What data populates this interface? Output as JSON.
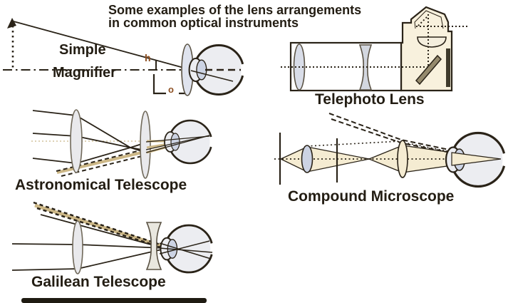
{
  "title": {
    "line1": "Some examples of the lens arrangements",
    "line2": "in common optical instruments"
  },
  "labels": {
    "simple_magnifier_line1": "Simple",
    "simple_magnifier_line2": "Magnifier",
    "object_height": "h",
    "object_distance": "o",
    "telephoto": "Telephoto Lens",
    "astronomical": "Astronomical Telescope",
    "compound": "Compound Microscope",
    "galilean": "Galilean Telescope"
  },
  "colors": {
    "ink": "#2a2318",
    "text": "#231d13",
    "annotation_accent": "#8c4e20",
    "cream_ray_fill": "#f5ecd2",
    "tan_ray": "#cdb887",
    "lens_fill": "#ccd3e3",
    "eye_fill": "#ecedf1",
    "camera_body_fill": "#f8f1dd"
  }
}
